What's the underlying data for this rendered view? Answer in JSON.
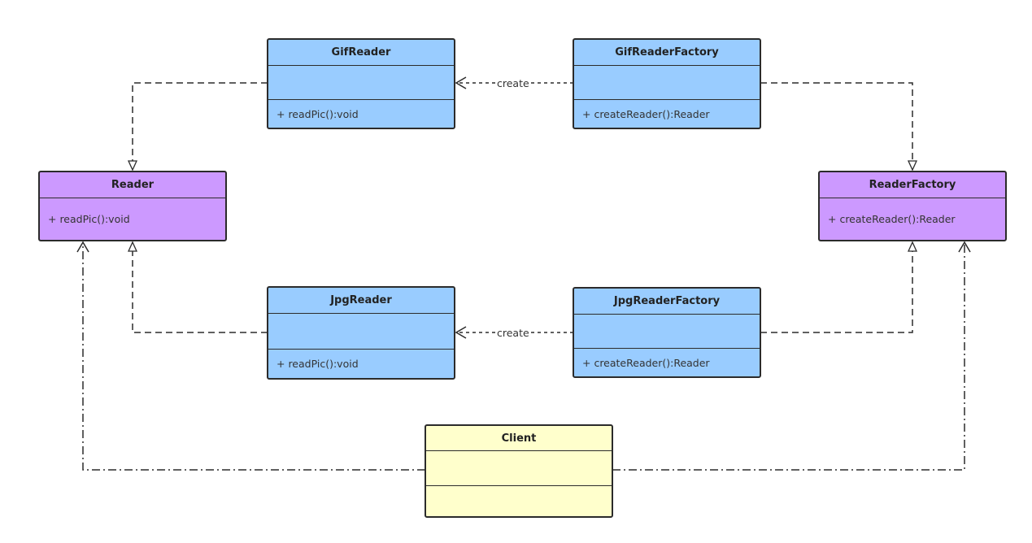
{
  "classes": {
    "gif_reader": {
      "name": "GifReader",
      "op": "+ readPic():void"
    },
    "gif_reader_factory": {
      "name": "GifReaderFactory",
      "op": "+ createReader():Reader"
    },
    "reader": {
      "name": "Reader",
      "op": "+ readPic():void"
    },
    "reader_factory": {
      "name": "ReaderFactory",
      "op": "+ createReader():Reader"
    },
    "jpg_reader": {
      "name": "JpgReader",
      "op": "+ readPic():void"
    },
    "jpg_reader_factory": {
      "name": "JpgReaderFactory",
      "op": "+ createReader():Reader"
    },
    "client": {
      "name": "Client"
    }
  },
  "edge_labels": {
    "create_gif": "create",
    "create_jpg": "create"
  },
  "colors": {
    "concrete": "#99ccff",
    "abstract": "#cc99ff",
    "client": "#ffffcc",
    "line": "#2b2b2b"
  }
}
